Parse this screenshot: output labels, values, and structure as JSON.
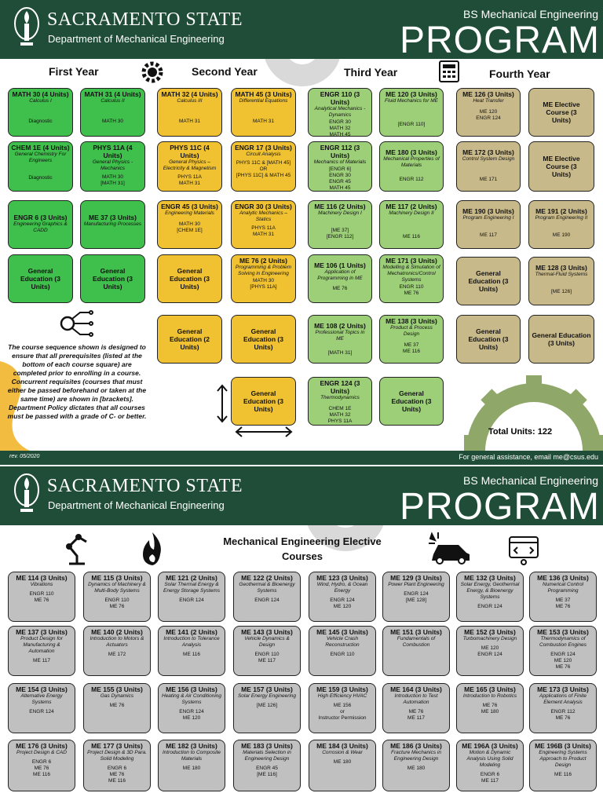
{
  "header": {
    "university": "SACRAMENTO STATE",
    "department": "Department of Mechanical Engineering",
    "degree": "BS Mechanical Engineering",
    "program": "PROGRAM"
  },
  "years": [
    "First Year",
    "Second Year",
    "Third Year",
    "Fourth Year"
  ],
  "courses": {
    "math30": {
      "t": "MATH 30 (4 Units)",
      "s": "Calculus I",
      "p": "Diagnostic"
    },
    "chem1e": {
      "t": "CHEM 1E (4 Units)",
      "s": "General Chemistry For Engineers",
      "p": "Diagnostic"
    },
    "engr6": {
      "t": "ENGR 6 (3 Units)",
      "s": "Engineering Graphics & CADD",
      "p": ""
    },
    "ge1a": {
      "t": "General Education (3 Units)"
    },
    "math31": {
      "t": "MATH 31 (4 Units)",
      "s": "Calculus II",
      "p": "MATH 30"
    },
    "phys11a": {
      "t": "PHYS 11A (4 Units)",
      "s": "General Physics - Mechanics",
      "p": "MATH 30\n[MATH 31]"
    },
    "me37": {
      "t": "ME 37 (3 Units)",
      "s": "Manufacturing Processes",
      "p": ""
    },
    "ge1b": {
      "t": "General Education (3 Units)"
    },
    "math32": {
      "t": "MATH 32 (4 Units)",
      "s": "Calculus III",
      "p": "MATH 31"
    },
    "phys11c": {
      "t": "PHYS 11C (4 Units)",
      "s": "General Physics – Electricity & Magnetism",
      "p": "PHYS 11A\nMATH 31"
    },
    "engr45": {
      "t": "ENGR 45 (3 Units)",
      "s": "Engineering Materials",
      "p": "MATH 30\n[CHEM 1E]"
    },
    "ge2a": {
      "t": "General Education (2 Units)"
    },
    "math45": {
      "t": "MATH 45 (3 Units)",
      "s": "Differential Equations",
      "p": "MATH 31"
    },
    "engr17": {
      "t": "ENGR 17 (3 Units)",
      "s": "Circuit Analysis",
      "p": "PHYS 11C & [MATH 45]\nOR\n[PHYS 11C] & MATH 45"
    },
    "engr30": {
      "t": "ENGR 30 (3 Units)",
      "s": "Analytic Mechanics – Statics",
      "p": "PHYS 11A\nMATH 31"
    },
    "me76": {
      "t": "ME 76 (2 Units)",
      "s": "Programming & Problem Solving in Engineering",
      "p": "MATH 30\n[PHYS 11A]"
    },
    "ge2b": {
      "t": "General Education (3 Units)"
    },
    "ge2c": {
      "t": "General Education (3 Units)"
    },
    "engr110": {
      "t": "ENGR 110 (3 Units)",
      "s": "Analytical Mechanics - Dynamics",
      "p": "ENGR 30\nMATH 32\nMATH 45"
    },
    "engr112": {
      "t": "ENGR 112 (3 Units)",
      "s": "Mechanics of Materials",
      "p": "[ENGR 6]\nENGR 30\nENGR 45\nMATH 45"
    },
    "me116": {
      "t": "ME 116 (2 Units)",
      "s": "Machinery Design I",
      "p": "[ME 37]\n[ENGR 112]"
    },
    "me106": {
      "t": "ME 106 (1 Units)",
      "s": "Application of Programming in ME",
      "p": "ME 76"
    },
    "me108": {
      "t": "ME 108 (2 Units)",
      "s": "Professional Topics in ME",
      "p": "[MATH 31]"
    },
    "engr124": {
      "t": "ENGR 124 (3 Units)",
      "s": "Thermodynamics",
      "p": "CHEM 1E\nMATH 32\nPHYS 11A"
    },
    "me120": {
      "t": "ME 120 (3 Units)",
      "s": "Fluid Mechanics for ME",
      "p": "[ENGR 110]"
    },
    "me180": {
      "t": "ME 180 (3 Units)",
      "s": "Mechanical Properties of Materials",
      "p": "ENGR 112"
    },
    "me117": {
      "t": "ME 117 (2 Units)",
      "s": "Machinery Design II",
      "p": "ME 116"
    },
    "me171": {
      "t": "ME 171 (3 Units)",
      "s": "Modelling & Simulation of Mechatronics/Control Systems",
      "p": "ENGR 110\nME 76"
    },
    "me138": {
      "t": "ME 138 (3 Units)",
      "s": "Product & Process Design",
      "p": "ME 37\nME 116"
    },
    "ge3": {
      "t": "General Education (3 Units)"
    },
    "me126": {
      "t": "ME 126 (3 Units)",
      "s": "Heat Transfer",
      "p": "ME 120\nENGR 124"
    },
    "me172": {
      "t": "ME 172 (3 Units)",
      "s": "Control System Design",
      "p": "ME 171"
    },
    "me190": {
      "t": "ME 190 (3 Units)",
      "s": "Program Engineering I",
      "p": "ME 117"
    },
    "ge4a": {
      "t": "General Education (3 Units)"
    },
    "ge4b": {
      "t": "General Education (3 Units)"
    },
    "mee1": {
      "t": "ME Elective Course (3 Units)"
    },
    "mee2": {
      "t": "ME Elective Course (3 Units)"
    },
    "me191": {
      "t": "ME 191 (2 Units)",
      "s": "Program Engineering II",
      "p": "ME 190"
    },
    "me128": {
      "t": "ME 128 (3 Units)",
      "s": "Thermal-Fluid Systems",
      "p": "[ME 126]"
    },
    "ge4c": {
      "t": "General Education (3 Units)"
    }
  },
  "note": "The course sequence shown is designed to ensure that all prerequisites (listed at the bottom of each course square) are completed prior to enrolling in a course. Concurrent requisites (courses that must either be passed beforehand or taken at the same time) are shown in [brackets]. Department Policy dictates that all courses must be passed with a grade of C- or better.",
  "total_units": "Total Units: 122",
  "footer": {
    "rev": "rev. 05/2020",
    "assistance": "For general assistance, email me@csus.edu"
  },
  "electives_title": "Mechanical Engineering Elective Courses",
  "electives": {
    "me114": {
      "t": "ME 114 (3 Units)",
      "s": "Vibrations",
      "p": "ENGR 110\nME 76"
    },
    "me115": {
      "t": "ME 115 (3 Units)",
      "s": "Dynamics of Machinery & Multi-Body Systems",
      "p": "ENGR 110\nME 76"
    },
    "me121": {
      "t": "ME 121 (2 Units)",
      "s": "Solar Thermal Energy & Energy Storage Systems",
      "p": "ENGR 124"
    },
    "me122": {
      "t": "ME 122 (2 Units)",
      "s": "Geothermal & Bioenergy Systems",
      "p": "ENGR 124"
    },
    "me123": {
      "t": "ME 123 (3 Units)",
      "s": "Wind, Hydro, & Ocean Energy",
      "p": "ENGR 124\nME 120"
    },
    "me129": {
      "t": "ME 129 (3 Units)",
      "s": "Power Plant Engineering",
      "p": "ENGR 124\n[ME 128]"
    },
    "me132": {
      "t": "ME 132 (3 Units)",
      "s": "Solar Energy, Geothermal Energy, & Bioenergy Systems",
      "p": "ENGR 124"
    },
    "me136": {
      "t": "ME 136 (3 Units)",
      "s": "Numerical Control Programming",
      "p": "ME 37\nME 76"
    },
    "me137": {
      "t": "ME 137 (3 Units)",
      "s": "Product Design for Manufacturing & Automation",
      "p": "ME 117"
    },
    "me140": {
      "t": "ME 140 (2 Units)",
      "s": "Introduction to Motors & Actuators",
      "p": "ME 172"
    },
    "me141": {
      "t": "ME 141 (2 Units)",
      "s": "Introduction to Tolerance Analysis",
      "p": "ME 116"
    },
    "me143": {
      "t": "ME 143 (3 Units)",
      "s": "Vehicle Dynamics & Design",
      "p": "ENGR 110\nME 117"
    },
    "me145": {
      "t": "ME 145 (3 Units)",
      "s": "Vehicle Crash Reconstruction",
      "p": "ENGR 110"
    },
    "me151": {
      "t": "ME 151 (3 Units)",
      "s": "Fundamentals of Combustion",
      "p": ""
    },
    "me152": {
      "t": "ME 152 (3 Units)",
      "s": "Turbomachinery Design",
      "p": "ME 120\nENGR 124"
    },
    "me153": {
      "t": "ME 153 (3 Units)",
      "s": "Thermodynamics of Combustion Engines",
      "p": "ENGR 124\nME 120\nME 76"
    },
    "me154": {
      "t": "ME 154 (3 Units)",
      "s": "Alternative Energy Systems",
      "p": "ENGR 124"
    },
    "me155": {
      "t": "ME 155 (3 Units)",
      "s": "Gas Dynamics",
      "p": "ME 76"
    },
    "me156": {
      "t": "ME 156 (3 Units)",
      "s": "Heating & Air Conditioning Systems",
      "p": "ENGR 124\nME 120"
    },
    "me157": {
      "t": "ME 157 (3 Units)",
      "s": "Solar Energy Engineering",
      "p": "[ME 126]"
    },
    "me159": {
      "t": "ME 159 (3 Units)",
      "s": "High Efficiency HVAC",
      "p": "ME 156\nor\nInstructor Permission"
    },
    "me164": {
      "t": "ME 164 (3 Units)",
      "s": "Introduction to Test Automation",
      "p": "ME 76\nME 117"
    },
    "me165": {
      "t": "ME 165 (3 Units)",
      "s": "Introduction to Robotics",
      "p": "ME 76\nME 180"
    },
    "me173": {
      "t": "ME 173 (3 Units)",
      "s": "Applications of Finite Element Analysis",
      "p": "ENGR 112\nME 76"
    },
    "me176": {
      "t": "ME 176 (3 Units)",
      "s": "Project Design & CAD",
      "p": "ENGR 6\nME 76\nME 116"
    },
    "me177": {
      "t": "ME 177 (3 Units)",
      "s": "Project Design & 3D Para. Solid Modeling",
      "p": "ENGR 6\nME 76\nME 116"
    },
    "me182": {
      "t": "ME 182 (3 Units)",
      "s": "Introduction to Composite Materials",
      "p": "ME 180"
    },
    "me183": {
      "t": "ME 183 (3 Units)",
      "s": "Materials Selection in Engineering Design",
      "p": "ENGR 45\n[ME 116]"
    },
    "me184": {
      "t": "ME 184 (3 Units)",
      "s": "Corrosion & Wear",
      "p": "ME 180"
    },
    "me186": {
      "t": "ME 186 (3 Units)",
      "s": "Fracture Mechanics in Engineering Design",
      "p": "ME 180"
    },
    "me196a": {
      "t": "ME 196A (3 Units)",
      "s": "Motion & Dynamic Analysis Using Solid Modeling",
      "p": "ENGR 6\nME 117"
    },
    "me196b": {
      "t": "ME 196B (3 Units)",
      "s": "Engineering Systems Approach to Product Design",
      "p": "ME 116"
    }
  },
  "colors": {
    "header": "#1f4d37",
    "first_year": "#3fbf4b",
    "second_year": "#f0c232",
    "third_year": "#9ccf78",
    "fourth_year": "#c8b98a",
    "elective": "#c0c0c0",
    "gear": "#8fa869"
  }
}
